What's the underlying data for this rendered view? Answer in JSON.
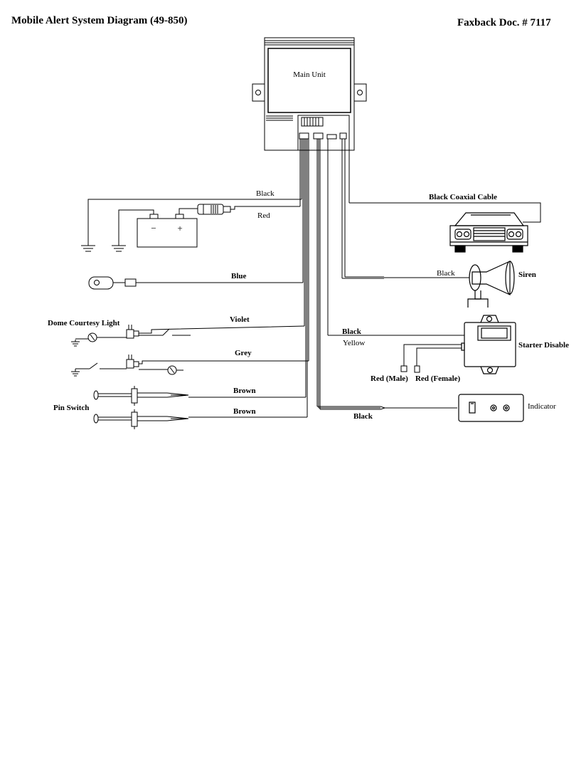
{
  "header": {
    "title": "Mobile Alert System Diagram (49-850)",
    "doc_number": "Faxback Doc. # 7117"
  },
  "main_unit": {
    "label": "Main Unit"
  },
  "battery": {
    "minus": "−",
    "plus": "+"
  },
  "wires": {
    "ground_black": "Black",
    "battery_red": "Red",
    "coaxial": "Black Coaxial Cable",
    "blue": "Blue",
    "siren_black": "Black",
    "violet": "Violet",
    "grey": "Grey",
    "starter_black": "Black",
    "starter_yellow": "Yellow",
    "brown_1": "Brown",
    "brown_2": "Brown",
    "indicator_black": "Black"
  },
  "components": {
    "siren": "Siren",
    "starter_disable": "Starter Disable",
    "red_male": "Red (Male)",
    "red_female": "Red (Female)",
    "indicator": "Indicator",
    "dome_light": "Dome Courtesy Light",
    "pin_switch": "Pin Switch"
  }
}
